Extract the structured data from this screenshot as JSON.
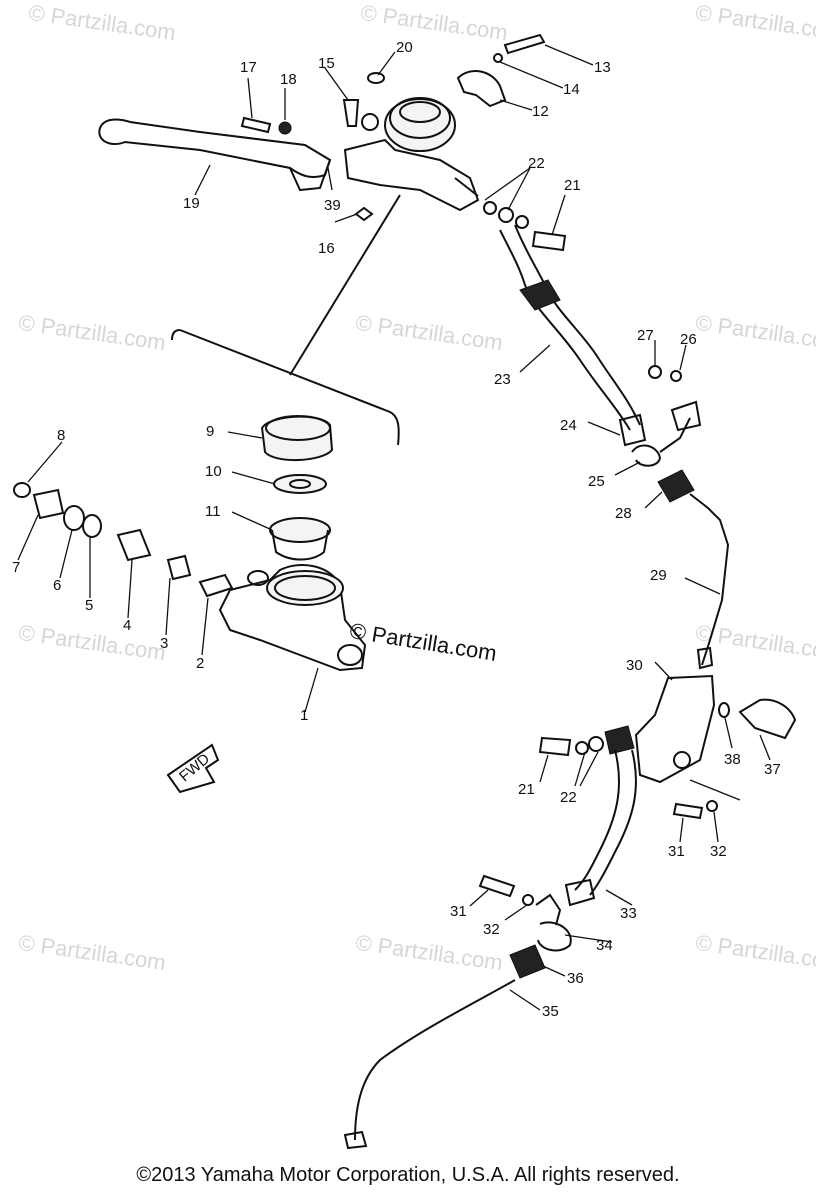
{
  "watermark_text": "© Partzilla.com",
  "center_watermark": "© Partzilla.com",
  "copyright": "©2013  Yamaha Motor Corporation, U.S.A. All rights reserved.",
  "fwd_label": "FWD",
  "callouts": [
    "1",
    "2",
    "3",
    "4",
    "5",
    "6",
    "7",
    "8",
    "9",
    "10",
    "11",
    "12",
    "13",
    "14",
    "15",
    "16",
    "17",
    "18",
    "19",
    "20",
    "21",
    "22",
    "23",
    "24",
    "25",
    "26",
    "27",
    "28",
    "29",
    "30",
    "31",
    "32",
    "33",
    "34",
    "35",
    "36",
    "37",
    "38",
    "39"
  ]
}
